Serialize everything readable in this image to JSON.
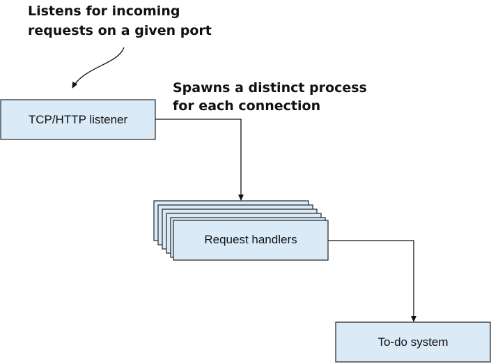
{
  "annotations": {
    "listener_note": [
      "Listens for incoming",
      "requests on a given port"
    ],
    "spawn_note": [
      "Spawns a distinct process",
      "for each connection"
    ]
  },
  "nodes": {
    "listener": "TCP/HTTP listener",
    "handlers": "Request handlers",
    "todo": "To-do system"
  },
  "colors": {
    "box_fill": "#dbeaf7",
    "box_stroke": "#222222",
    "text": "#111111"
  }
}
